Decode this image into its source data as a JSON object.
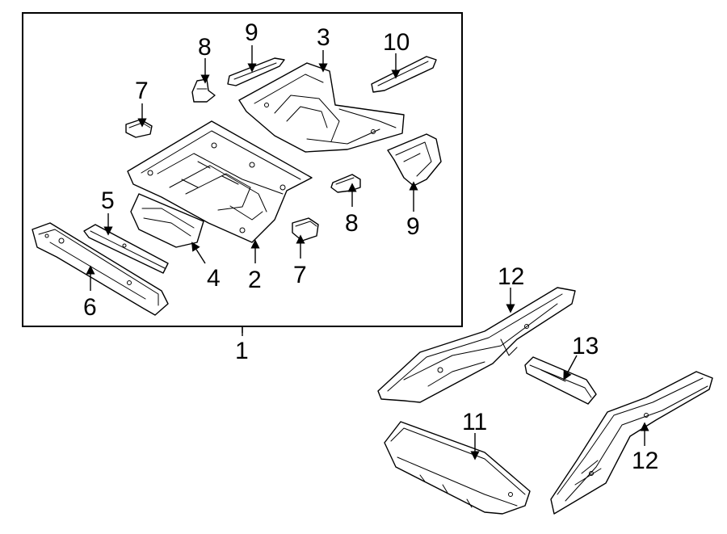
{
  "diagram": {
    "callouts": {
      "c1": "1",
      "c2": "2",
      "c3": "3",
      "c4": "4",
      "c5": "5",
      "c6": "6",
      "c7a": "7",
      "c7b": "7",
      "c8a": "8",
      "c8b": "8",
      "c9a": "9",
      "c9b": "9",
      "c10": "10",
      "c11": "11",
      "c12a": "12",
      "c12b": "12",
      "c13": "13"
    }
  }
}
